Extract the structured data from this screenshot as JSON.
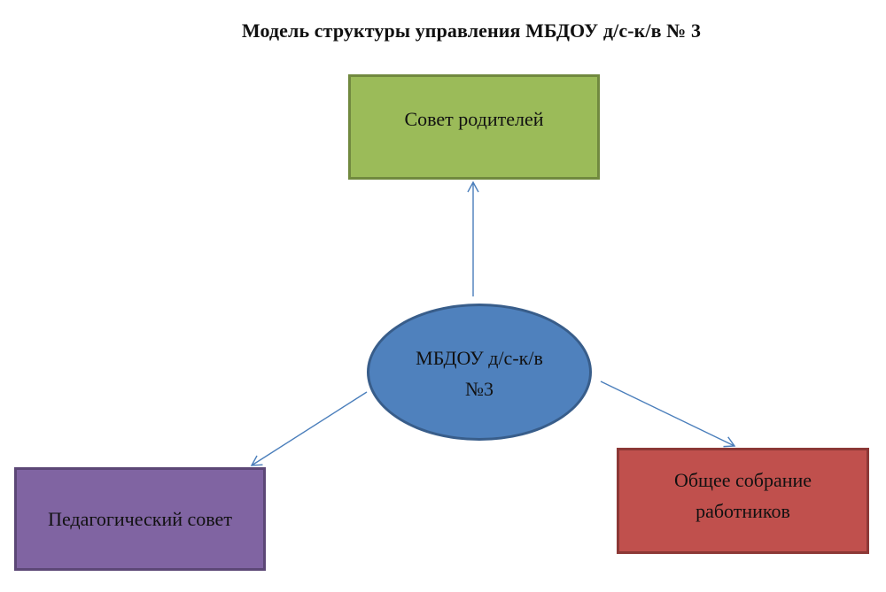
{
  "title": "Модель структуры управления МБДОУ д/с-к/в № 3",
  "center": {
    "label": "МБДОУ д/с-к/в №3",
    "fill": "#4f81bd"
  },
  "nodes": {
    "top": {
      "label": "Совет родителей",
      "fill": "#9bbb59"
    },
    "left": {
      "label": "Педагогический совет",
      "fill": "#8064a2"
    },
    "right": {
      "label": "Общее собрание работников",
      "fill": "#c0504d"
    }
  },
  "edges": [
    {
      "from": "center",
      "to": "top"
    },
    {
      "from": "center",
      "to": "left"
    },
    {
      "from": "center",
      "to": "right"
    }
  ],
  "colors": {
    "arrow": "#4a7ebb"
  }
}
